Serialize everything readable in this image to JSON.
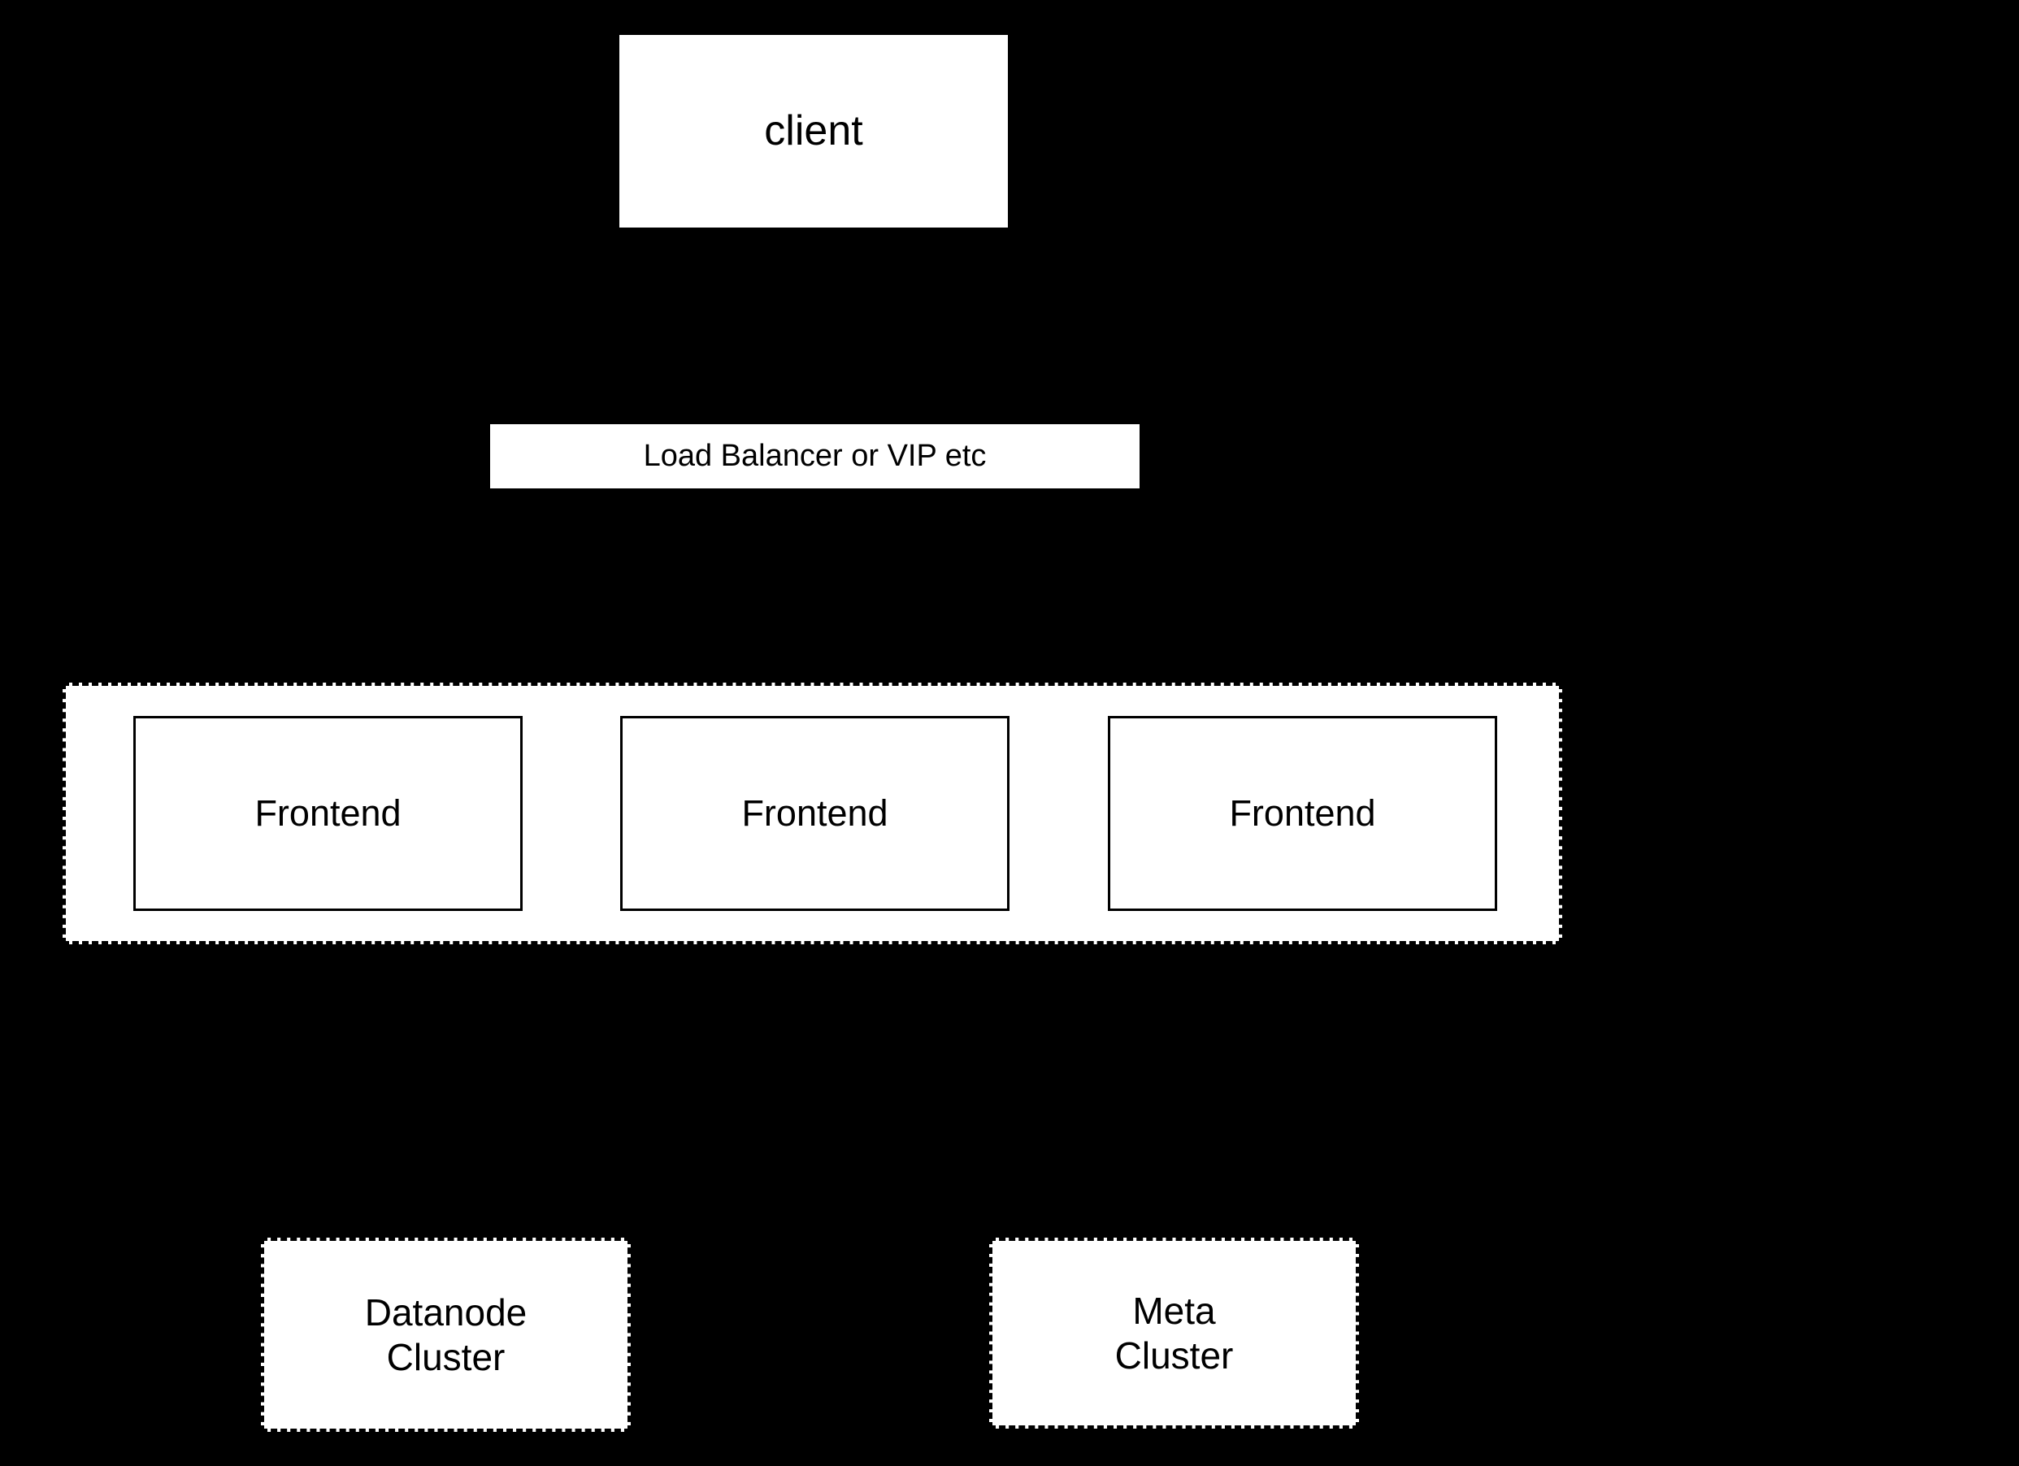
{
  "diagram": {
    "type": "architecture-block-diagram",
    "background_color": "#000000",
    "node_fill_color": "#ffffff",
    "node_stroke_color": "#000000",
    "text_color": "#000000",
    "nodes": {
      "client": {
        "label": "client",
        "shape": "rectangle",
        "border": "none"
      },
      "load_balancer": {
        "label": "Load Balancer or VIP etc",
        "shape": "rectangle",
        "border": "none"
      },
      "frontend_group": {
        "label": "",
        "shape": "rectangle",
        "border": "dashed"
      },
      "frontends": [
        {
          "label": "Frontend",
          "shape": "rectangle",
          "border": "solid"
        },
        {
          "label": "Frontend",
          "shape": "rectangle",
          "border": "solid"
        },
        {
          "label": "Frontend",
          "shape": "rectangle",
          "border": "solid"
        }
      ],
      "datanode_cluster": {
        "label": "Datanode\nCluster",
        "shape": "rectangle",
        "border": "dashed"
      },
      "meta_cluster": {
        "label": "Meta\nCluster",
        "shape": "rectangle",
        "border": "dashed"
      }
    }
  }
}
